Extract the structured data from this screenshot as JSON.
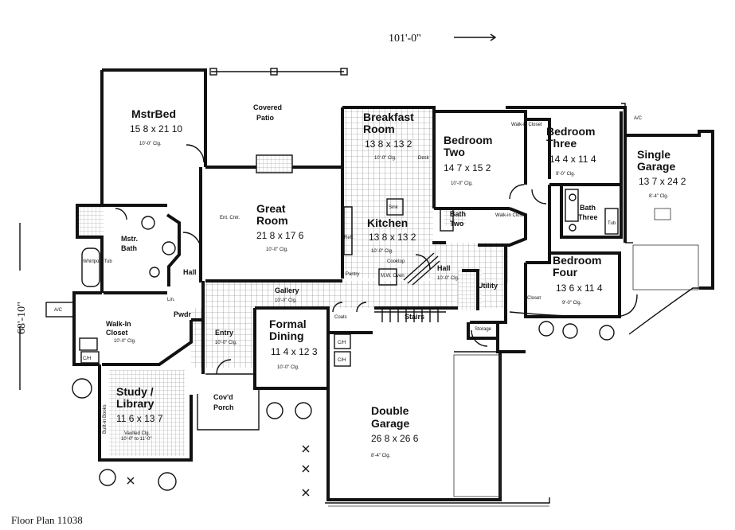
{
  "caption": "Floor Plan 11038",
  "dimensions": {
    "width": "101'-0\"",
    "depth": "68'-10\""
  },
  "rooms": {
    "master_bed": {
      "name": "MstrBed",
      "size": "15 8 x 21 10",
      "ceiling": "10'-0\" Clg."
    },
    "covered_patio": {
      "name_line1": "Covered",
      "name_line2": "Patio"
    },
    "breakfast": {
      "name_line1": "Breakfast",
      "name_line2": "Room",
      "size": "13 8 x 13 2",
      "ceiling": "10'-0\" Clg."
    },
    "bedroom_two": {
      "name_line1": "Bedroom",
      "name_line2": "Two",
      "size": "14 7 x 15 2",
      "ceiling": "10'-0\" Clg."
    },
    "bedroom_three": {
      "name_line1": "Bedroom",
      "name_line2": "Three",
      "size": "14 4 x 11 4",
      "ceiling": "9'-0\" Clg."
    },
    "single_garage": {
      "name_line1": "Single",
      "name_line2": "Garage",
      "size": "13 7 x 24 2",
      "ceiling": "8'-4\" Clg."
    },
    "great_room": {
      "name_line1": "Great",
      "name_line2": "Room",
      "size": "21 8 x 17 6",
      "ceiling": "10'-0\" Clg."
    },
    "kitchen": {
      "name": "Kitchen",
      "size": "13 8 x 13 2",
      "ceiling": "10'-0\" Clg."
    },
    "master_bath": {
      "name_line1": "Mstr.",
      "name_line2": "Bath"
    },
    "walk_in_closet": {
      "name_line1": "Walk-In",
      "name_line2": "Closet",
      "ceiling": "10'-0\" Clg."
    },
    "bath_two": {
      "name_line1": "Bath",
      "name_line2": "Two"
    },
    "bath_three": {
      "name_line1": "Bath",
      "name_line2": "Three"
    },
    "bedroom_four": {
      "name_line1": "Bedroom",
      "name_line2": "Four",
      "size": "13 6 x 11 4",
      "ceiling": "9'-0\" Clg."
    },
    "gallery": {
      "name": "Gallery",
      "ceiling": "10'-0\" Clg."
    },
    "hall_left": {
      "name": "Hall"
    },
    "hall_right": {
      "name": "Hall",
      "ceiling": "10'-0\" Clg."
    },
    "entry": {
      "name": "Entry",
      "ceiling": "10'-0\" Clg."
    },
    "formal_dining": {
      "name_line1": "Formal",
      "name_line2": "Dining",
      "size": "11 4 x 12 3",
      "ceiling": "10'-0\" Clg."
    },
    "stairs": {
      "name": "Stairs"
    },
    "utility": {
      "name": "Utility"
    },
    "storage": {
      "name": "Storage"
    },
    "powder": {
      "name": "Pwdr"
    },
    "study": {
      "name_line1": "Study /",
      "name_line2": "Library",
      "size": "11 6 x 13 7",
      "ceiling_line1": "Vaulted Clg.",
      "ceiling_line2": "10'-0\" to 11'-0\""
    },
    "porch": {
      "name_line1": "Cov'd",
      "name_line2": "Porch"
    },
    "double_garage": {
      "name_line1": "Double",
      "name_line2": "Garage",
      "size": "26 8 x 26 6",
      "ceiling": "8'-4\" Clg."
    }
  },
  "small_labels": {
    "ac_left": "A/C",
    "ac_right": "A/C",
    "ent_ctr": "Ent. Cntr.",
    "walk_in_closet_br2": "Walk-in Closet",
    "walk_in_closet_bath2": "Walk-in Closet",
    "whirlpool": "Whirlpool Tub",
    "pantry": "Pantry",
    "mw_oven": "M.W. Oven",
    "cooktop": "Cooktop",
    "closet": "Closet",
    "linen": "Lin.",
    "coats": "Coats",
    "ch_1": "C/H",
    "ch_2": "C/H",
    "ch_3": "C/H",
    "bookshelves": "Built-in Books",
    "tub": "Tub",
    "desk": "Desk",
    "sink": "Sink",
    "refrig": "Refr."
  }
}
